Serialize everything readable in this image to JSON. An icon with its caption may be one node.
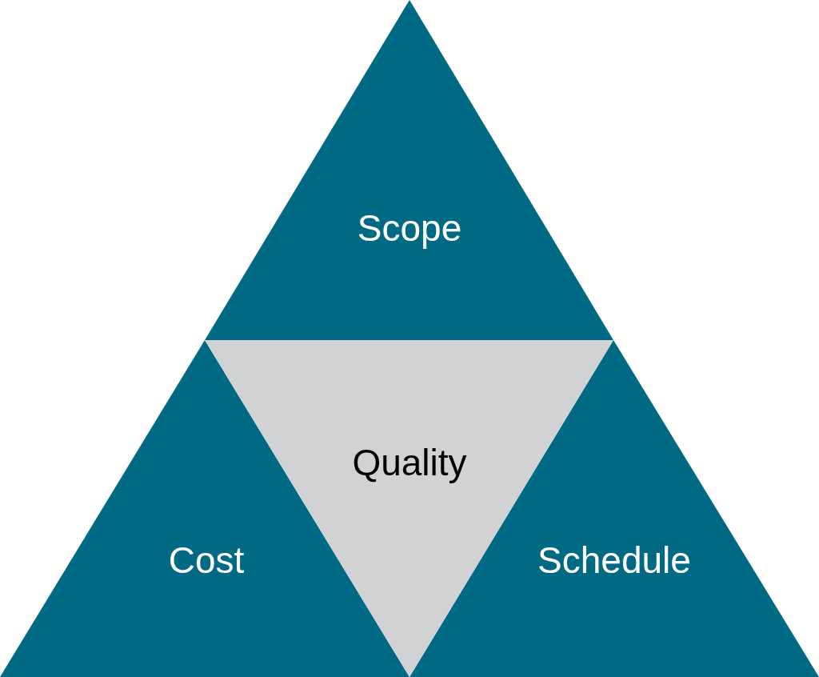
{
  "diagram": {
    "nodes": [
      {
        "text": [
          "Scope"
        ]
      },
      {
        "text": [
          "Quality"
        ]
      },
      {
        "text": [
          "Cost"
        ]
      },
      {
        "text": [
          "Schedule"
        ]
      }
    ]
  }
}
